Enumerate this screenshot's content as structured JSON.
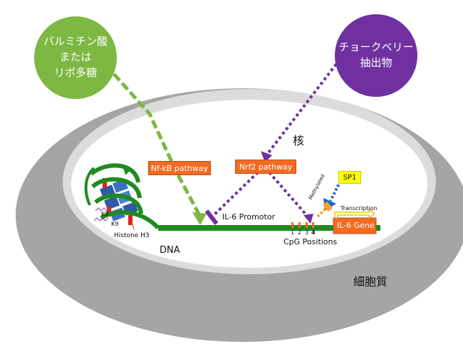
{
  "colors": {
    "green": "#7cb842",
    "purple": "#7030a0",
    "orange": "#f26b21",
    "dna_green": "#1f8a1f",
    "cell_gray": "#a5a5a5",
    "nucleus_gray": "#dcdcdc",
    "sp1_yellow": "#ffff00",
    "blue_arrow": "#1f62c8"
  },
  "left_agent": {
    "text": "パルミチン酸\nまたは\nリポ多糖"
  },
  "right_agent": {
    "text": "チョークベリー\n抽出物"
  },
  "labels": {
    "nucleus": "核",
    "cytoplasm": "細胞質",
    "dna": "DNA",
    "nfkb": "Nf-kB pathway",
    "nrf2": "Nrf2 pathway",
    "promotor": "IL-6 Promotor",
    "cpg": "CpG Positions",
    "gene": "IL-6 Gene",
    "transcription": "Transcription",
    "sp1": "SP1",
    "methylated": "Methylated",
    "histone": "Histone H3",
    "k9_a": "K9",
    "k9_b": "K9"
  },
  "cpg_positions": [
    "1",
    "2",
    "3",
    "4"
  ]
}
